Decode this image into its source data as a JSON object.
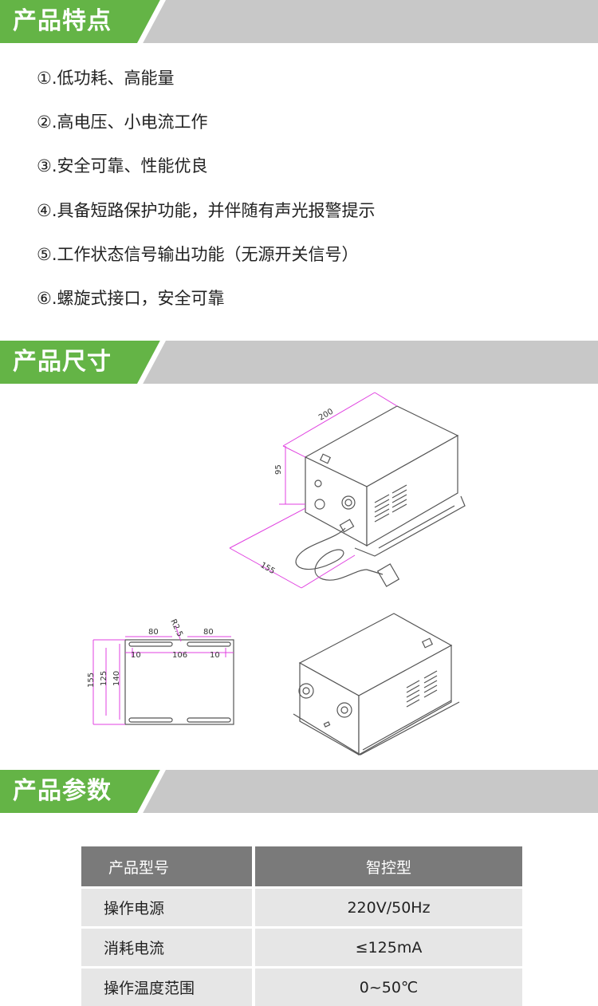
{
  "sections": {
    "features_title": "产品特点",
    "dimensions_title": "产品尺寸",
    "params_title": "产品参数"
  },
  "features": [
    "①.低功耗、高能量",
    "②.高电压、小电流工作",
    "③.安全可靠、性能优良",
    "④.具备短路保护功能，并伴随有声光报警提示",
    "⑤.工作状态信号输出功能（无源开关信号）",
    "⑥.螺旋式接口，安全可靠"
  ],
  "dimensions": {
    "length": "200",
    "height": "95",
    "width": "155",
    "radius": "R2.5",
    "slot_left": "80",
    "slot_right": "80",
    "margin_left": "10",
    "center_gap": "106",
    "margin_right": "10",
    "overall_depth": "155",
    "inner_depth": "125",
    "hole_depth": "140"
  },
  "params_table": {
    "header": [
      "产品型号",
      "智控型"
    ],
    "rows": [
      [
        "操作电源",
        "220V/50Hz"
      ],
      [
        "消耗电流",
        "≤125mA"
      ],
      [
        "操作温度范围",
        "0~50℃"
      ]
    ]
  },
  "colors": {
    "accent_green": "#64b446",
    "header_gray": "#c8c8c8",
    "table_header": "#7a7a7a",
    "table_row": "#e6e6e6",
    "dimension_magenta": "#e040e0"
  }
}
